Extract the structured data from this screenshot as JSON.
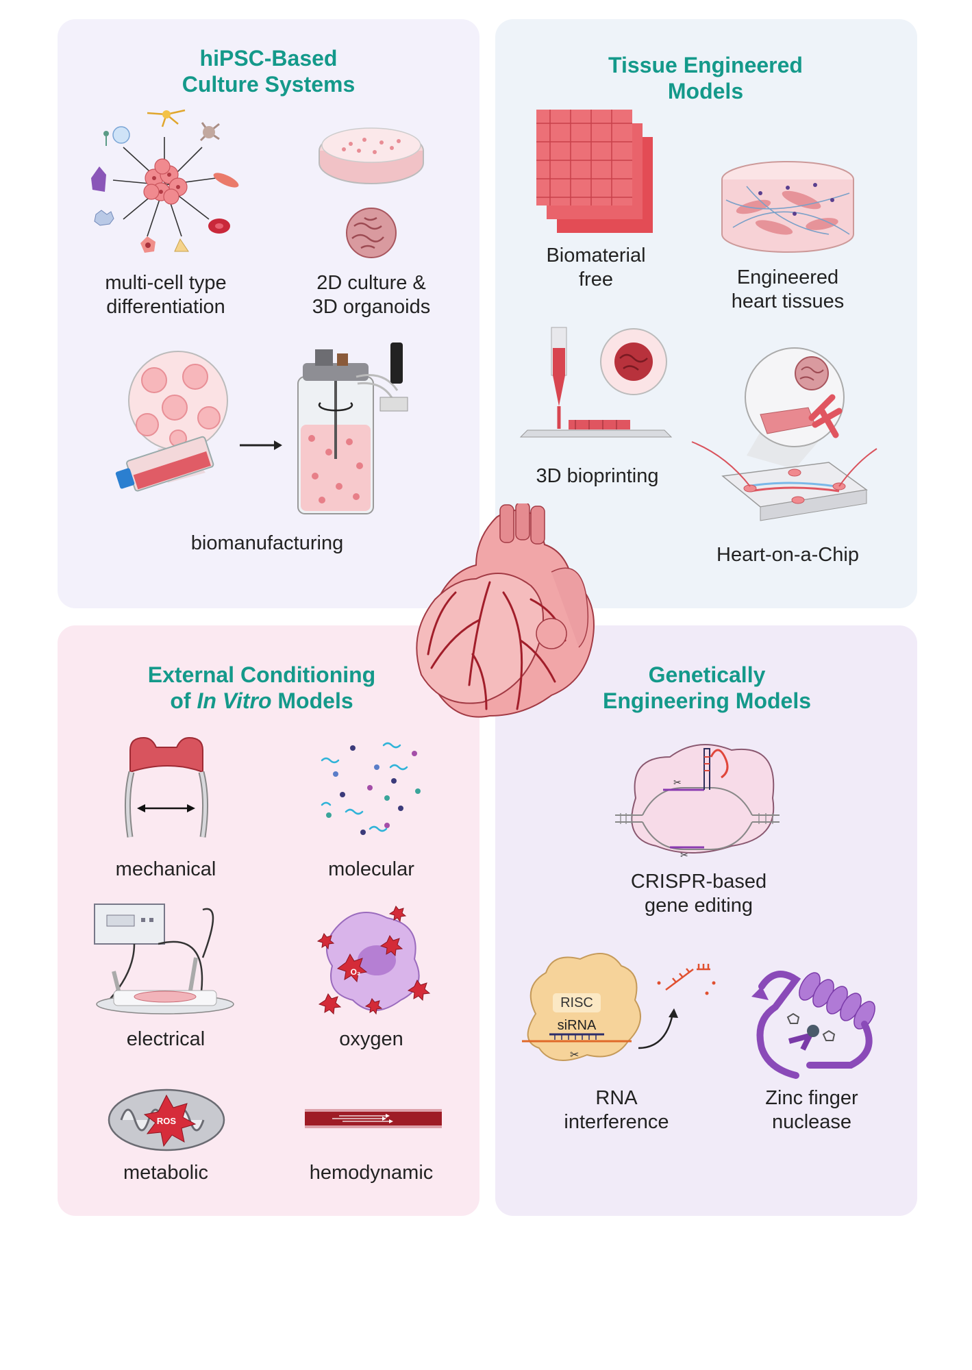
{
  "panels": {
    "hipsc": {
      "title_line1": "hiPSC-Based",
      "title_line2": "Culture Systems",
      "items": {
        "differentiation": {
          "line1": "multi-cell type",
          "line2": "differentiation"
        },
        "culture": {
          "line1": "2D culture &",
          "line2": "3D organoids"
        },
        "biomanufacturing": {
          "line1": "biomanufacturing"
        }
      }
    },
    "tissue": {
      "title_line1": "Tissue Engineered",
      "title_line2": "Models",
      "items": {
        "biomaterial": {
          "line1": "Biomaterial",
          "line2": "free"
        },
        "engineered": {
          "line1": "Engineered",
          "line2": "heart tissues"
        },
        "bioprinting": {
          "line1": "3D bioprinting"
        },
        "chip": {
          "line1": "Heart-on-a-Chip"
        }
      }
    },
    "external": {
      "title_line1": "External Conditioning",
      "title_line2_pre": "of ",
      "title_line2_italic": "In Vitro",
      "title_line2_post": " Models",
      "items": {
        "mechanical": "mechanical",
        "molecular": "molecular",
        "electrical": "electrical",
        "oxygen": "oxygen",
        "metabolic": "metabolic",
        "hemodynamic": "hemodynamic"
      },
      "ros_label": "ROS",
      "o2_label": "O₂"
    },
    "genetic": {
      "title_line1": "Genetically",
      "title_line2": "Engineering Models",
      "items": {
        "crispr": {
          "line1": "CRISPR-based",
          "line2": "gene editing"
        },
        "rnai": {
          "line1": "RNA",
          "line2": "interference"
        },
        "zinc": {
          "line1": "Zinc finger",
          "line2": "nuclease"
        }
      },
      "risc_label": "RISC",
      "sirna_label": "siRNA"
    }
  },
  "colors": {
    "title": "#14998a",
    "cell_red": "#e0606a",
    "dark_red": "#b8262e",
    "purple": "#9a5cc8"
  }
}
